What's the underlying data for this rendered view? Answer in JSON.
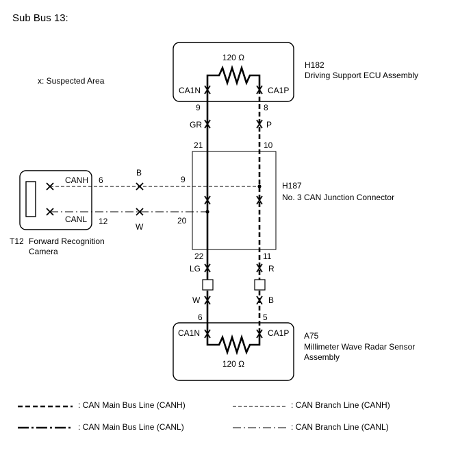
{
  "title": "Sub Bus 13:",
  "legend_note": "x: Suspected Area",
  "components": {
    "h182": {
      "code": "H182",
      "name": "Driving Support ECU Assembly",
      "resistor": "120 Ω",
      "pin_left": "CA1N",
      "pin_right": "CA1P"
    },
    "h187": {
      "code": "H187",
      "name": "No. 3 CAN Junction Connector"
    },
    "t12": {
      "code": "T12",
      "name_line1": "Forward Recognition",
      "name_line2": "Camera",
      "pin_top": "CANH",
      "pin_bottom": "CANL"
    },
    "a75": {
      "code": "A75",
      "name_line1": "Millimeter Wave Radar Sensor",
      "name_line2": "Assembly",
      "resistor": "120 Ω",
      "pin_left": "CA1N",
      "pin_right": "CA1P"
    }
  },
  "wires": {
    "h182_left_pin": "9",
    "h182_left_color": "GR",
    "h182_right_pin": "8",
    "h182_right_color": "P",
    "h187_top_left_pin": "21",
    "h187_top_right_pin": "10",
    "h187_left_upper_pin": "9",
    "h187_left_lower_pin": "20",
    "h187_bottom_left_pin": "22",
    "h187_bottom_right_pin": "11",
    "h187_bottom_left_color": "LG",
    "h187_bottom_right_color": "R",
    "t12_canh_pin": "6",
    "t12_canl_pin": "12",
    "t12_canh_color": "B",
    "t12_canl_color": "W",
    "a75_left_color": "W",
    "a75_right_color": "B",
    "a75_left_pin": "6",
    "a75_right_pin": "5"
  },
  "legend": [
    {
      "style": "main-canh",
      "label": ": CAN Main Bus Line (CANH)"
    },
    {
      "style": "branch-canh",
      "label": ": CAN Branch Line (CANH)"
    },
    {
      "style": "main-canl",
      "label": ": CAN Main Bus Line (CANL)"
    },
    {
      "style": "branch-canl",
      "label": ": CAN Branch Line (CANL)"
    }
  ]
}
